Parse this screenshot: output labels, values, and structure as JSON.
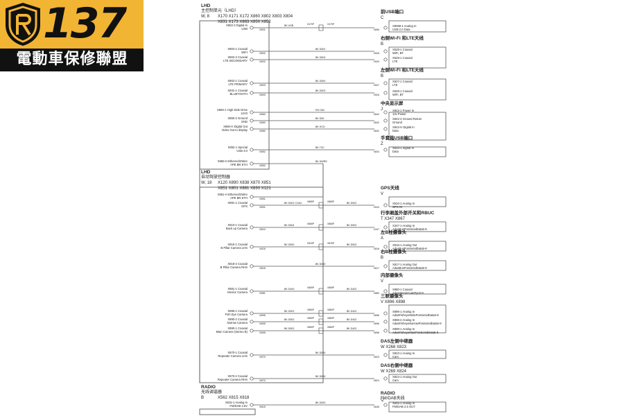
{
  "logo": {
    "number": "137",
    "name": "電動車保修聯盟"
  },
  "diagram": {
    "controllers": [
      {
        "id": "lhd-main",
        "title": "LHD",
        "subtitle": "主控制单元（LHD）",
        "code": "W, 8",
        "pins": [
          "X170  X171  X172  X860  X802  X803  X804",
          "X831  X173  X863  X850  X852"
        ]
      },
      {
        "id": "lhd-ap",
        "title": "LHD",
        "subtitle": "自动驾驶控制器",
        "code": "W, 18",
        "pins": [
          "X120  X890  X838  X870  X851",
          "X851  X801  X881  X830  X121"
        ]
      },
      {
        "id": "radio-tuner",
        "title": "RADIO",
        "subtitle": "无线调谐器",
        "code": "B",
        "pins": [
          "X562  X815  X818"
        ]
      }
    ],
    "groups": [
      {
        "id": "g1",
        "title": "前USB端口",
        "code": "C"
      },
      {
        "id": "g2",
        "title": "右侧Wi-Fi 和LTE天线",
        "code": "B"
      },
      {
        "id": "g3",
        "title": "左侧Wi-Fi 和LTE天线",
        "code": "B"
      },
      {
        "id": "g4",
        "title": "中央显示屏",
        "code": "J"
      },
      {
        "id": "g5",
        "title": "手套箱USB端口",
        "code": "Z"
      },
      {
        "id": "g6",
        "title": "GPS天线",
        "code": "V"
      },
      {
        "id": "g7",
        "title": "行李厢盖外部开关和RBUC",
        "code": "T   X347  X867"
      },
      {
        "id": "g8",
        "title": "左B柱摄像头",
        "code": "A"
      },
      {
        "id": "g9",
        "title": "右B柱摄像头",
        "code": "B"
      },
      {
        "id": "g10",
        "title": "内部摄像头",
        "code": "V"
      },
      {
        "id": "g11",
        "title": "三联摄像头",
        "code": "V   X896  X898"
      },
      {
        "id": "g12",
        "title": "DAS左侧中继器",
        "code": "W  X268   X823"
      },
      {
        "id": "g13",
        "title": "DAS右侧中继器",
        "code": "W   X269   X824"
      },
      {
        "id": "g14",
        "title": "RADIO",
        "subtitle": "FM/DAB天线",
        "code": "Q"
      }
    ],
    "connections": [
      {
        "left": [
          "X802-3 Digital In",
          "USB"
        ],
        "pin": "X801",
        "splice": "X470P",
        "wire": "BK  USB",
        "right": [
          "X8068-1 Analog In",
          "USB 2.0 Data"
        ],
        "rpin": "X806"
      },
      {
        "left": [
          "X804-1 Coaxial",
          "WIFI"
        ],
        "pin": "X802",
        "wire": "BK  D502",
        "right": [
          "X528-1 Coaxial",
          "WiFi, BT"
        ],
        "rpin": "X528"
      },
      {
        "left": [
          "X802-2 Coaxial",
          "LTE SECONDARY"
        ],
        "pin": "X802",
        "wire": "BK  D503",
        "right": [
          "X529-1 Coaxial",
          "LTE"
        ],
        "rpin": "X529"
      },
      {
        "left": [
          "X802-1 Coaxial",
          "LTE PRIMARY"
        ],
        "pin": "X803",
        "wire": "BK  D500",
        "right": [
          "X527-1 Coaxial",
          "LTE"
        ],
        "rpin": "X527"
      },
      {
        "left": [
          "X831-1 Coaxial",
          "BLUETOOTH"
        ],
        "pin": "X803",
        "wire": "BK  D503",
        "right": [
          "X526-1 Coaxial",
          "WiFi, BT"
        ],
        "rpin": "X526"
      },
      {
        "left": [
          "X860-1 High-Side Drive",
          "12V0"
        ],
        "pin": "X860",
        "wire": "RD  D50",
        "right": [
          "X842-1 Power In",
          "12v Power"
        ],
        "rpin": "X842"
      },
      {
        "left": [
          "X860-2 Ground",
          "GND"
        ],
        "pin": "X860",
        "wire": "BK  D50",
        "right": [
          "X842-2 Ground Return",
          "Ground"
        ],
        "rpin": "X842"
      },
      {
        "left": [
          "X860-H Digital Out",
          "Video Out to display"
        ],
        "pin": "X860",
        "wire": "BK  HCD",
        "right": [
          "X842-H Digital In",
          "Data"
        ],
        "rpin": "X842"
      },
      {
        "left": [
          "X852-1 Special",
          "USB 3.0"
        ],
        "pin": "X852",
        "wire": "BK  TSC",
        "right": [
          "X834-1 Signal In",
          "Data"
        ],
        "rpin": "X834"
      },
      {
        "left": [
          "X850-H Ethernet/2Wire",
          "APE BR ETH"
        ],
        "pin": "X850",
        "wire": "BK  HWRD",
        "right": null
      },
      {
        "left": [
          "X851-H Ethernet/2Wire",
          "APE BR ETH"
        ],
        "pin": "X851",
        "wire": "",
        "right": null
      },
      {
        "left": [
          "X891-1 Coaxial",
          "GPS"
        ],
        "pin": "X891",
        "splice": "X885P",
        "wire": "BK  D502  COAX",
        "wire2": "BK  D502",
        "right": [
          "X534-1 Analog In",
          "GPS IN"
        ],
        "rpin": "X534"
      },
      {
        "left": [
          "X810-1 Coaxial",
          "Back up Camera"
        ],
        "pin": "X810",
        "splice": "X865P",
        "wire": "BK  D504",
        "wire2": "BK  D502",
        "right": [
          "X347-1 Analog In",
          "AdasBusPosSerialData5-9"
        ],
        "rpin": "X347"
      },
      {
        "left": [
          "X816-1 Coaxial",
          "B Pillar Camera  LHS"
        ],
        "pin": "X816",
        "splice": "X815P",
        "wire": "BK  D500",
        "wire2": "BK  D502",
        "right": [
          "X816-1 Analog Out",
          "AdasBusPosSerialData5-9"
        ],
        "rpin": "X816"
      },
      {
        "left": [
          "X818-2 Coaxial",
          "B Pillar Camera  RHS"
        ],
        "pin": "X818",
        "wire": "BK  D500",
        "right": [
          "X817-1 Analog Out",
          "AdasBusPosSerialData5-9"
        ],
        "rpin": "X817"
      },
      {
        "left": [
          "X881-1 Coaxial",
          "Interior Camera"
        ],
        "pin": "X881",
        "splice": "X865P",
        "wire": "BK  D400",
        "wire2": "BK  D402",
        "right": [
          "X880-1 Coaxial",
          "AdasInteriorCamPpc5-9"
        ],
        "rpin": "X880"
      },
      {
        "left": [
          "X895-1 Coaxial",
          "Fish Eye Camera"
        ],
        "pin": "X895",
        "splice": "X880P",
        "wire": "BK  D502",
        "wire2": "BK  D402",
        "right": [
          "X896-1 Analog In",
          "AdasFisheyeWidePosSerialData5-9"
        ],
        "rpin": "X896"
      },
      {
        "left": [
          "X890-2 Coaxial",
          "Narrow Camera"
        ],
        "pin": "X895",
        "splice": "X880P",
        "wire": "BK  D502",
        "wire2": "BK  D402",
        "right": [
          "X896-2 Analog In",
          "AdasFisheyeNarrowPosSerialData5-9"
        ],
        "rpin": "X896"
      },
      {
        "left": [
          "X890-1 Coaxial",
          "Main Camera (Stereo B)"
        ],
        "pin": "X895",
        "splice": "X880P",
        "wire": "BK  D502",
        "wire2": "BK  D402",
        "right": [
          "X898-1 Analog In",
          "AdasFisheyeMainPosSerialData5-9"
        ],
        "rpin": "X898"
      },
      {
        "left": [
          "X870-1 Coaxial",
          "Repeater Camera  LHS"
        ],
        "pin": "X870",
        "wire": "BK  D500",
        "right": [
          "X823-1 Analog In",
          "Cam"
        ],
        "rpin": "X823"
      },
      {
        "left": [
          "X870-2 Coaxial",
          "Repeater Camera  RHS"
        ],
        "pin": "X870",
        "wire": "BK  D500",
        "right": [
          "X824-1 Analog Out",
          "Cam"
        ],
        "rpin": "X824"
      },
      {
        "left": [
          "X815-1 Analog In",
          "FM/DAB 2.5V"
        ],
        "pin": "X815",
        "wire": "BK  D500",
        "right": [
          "X845-1 Analog In",
          "FM/DAB 2.5 OUT"
        ],
        "rpin": "X845"
      }
    ]
  }
}
